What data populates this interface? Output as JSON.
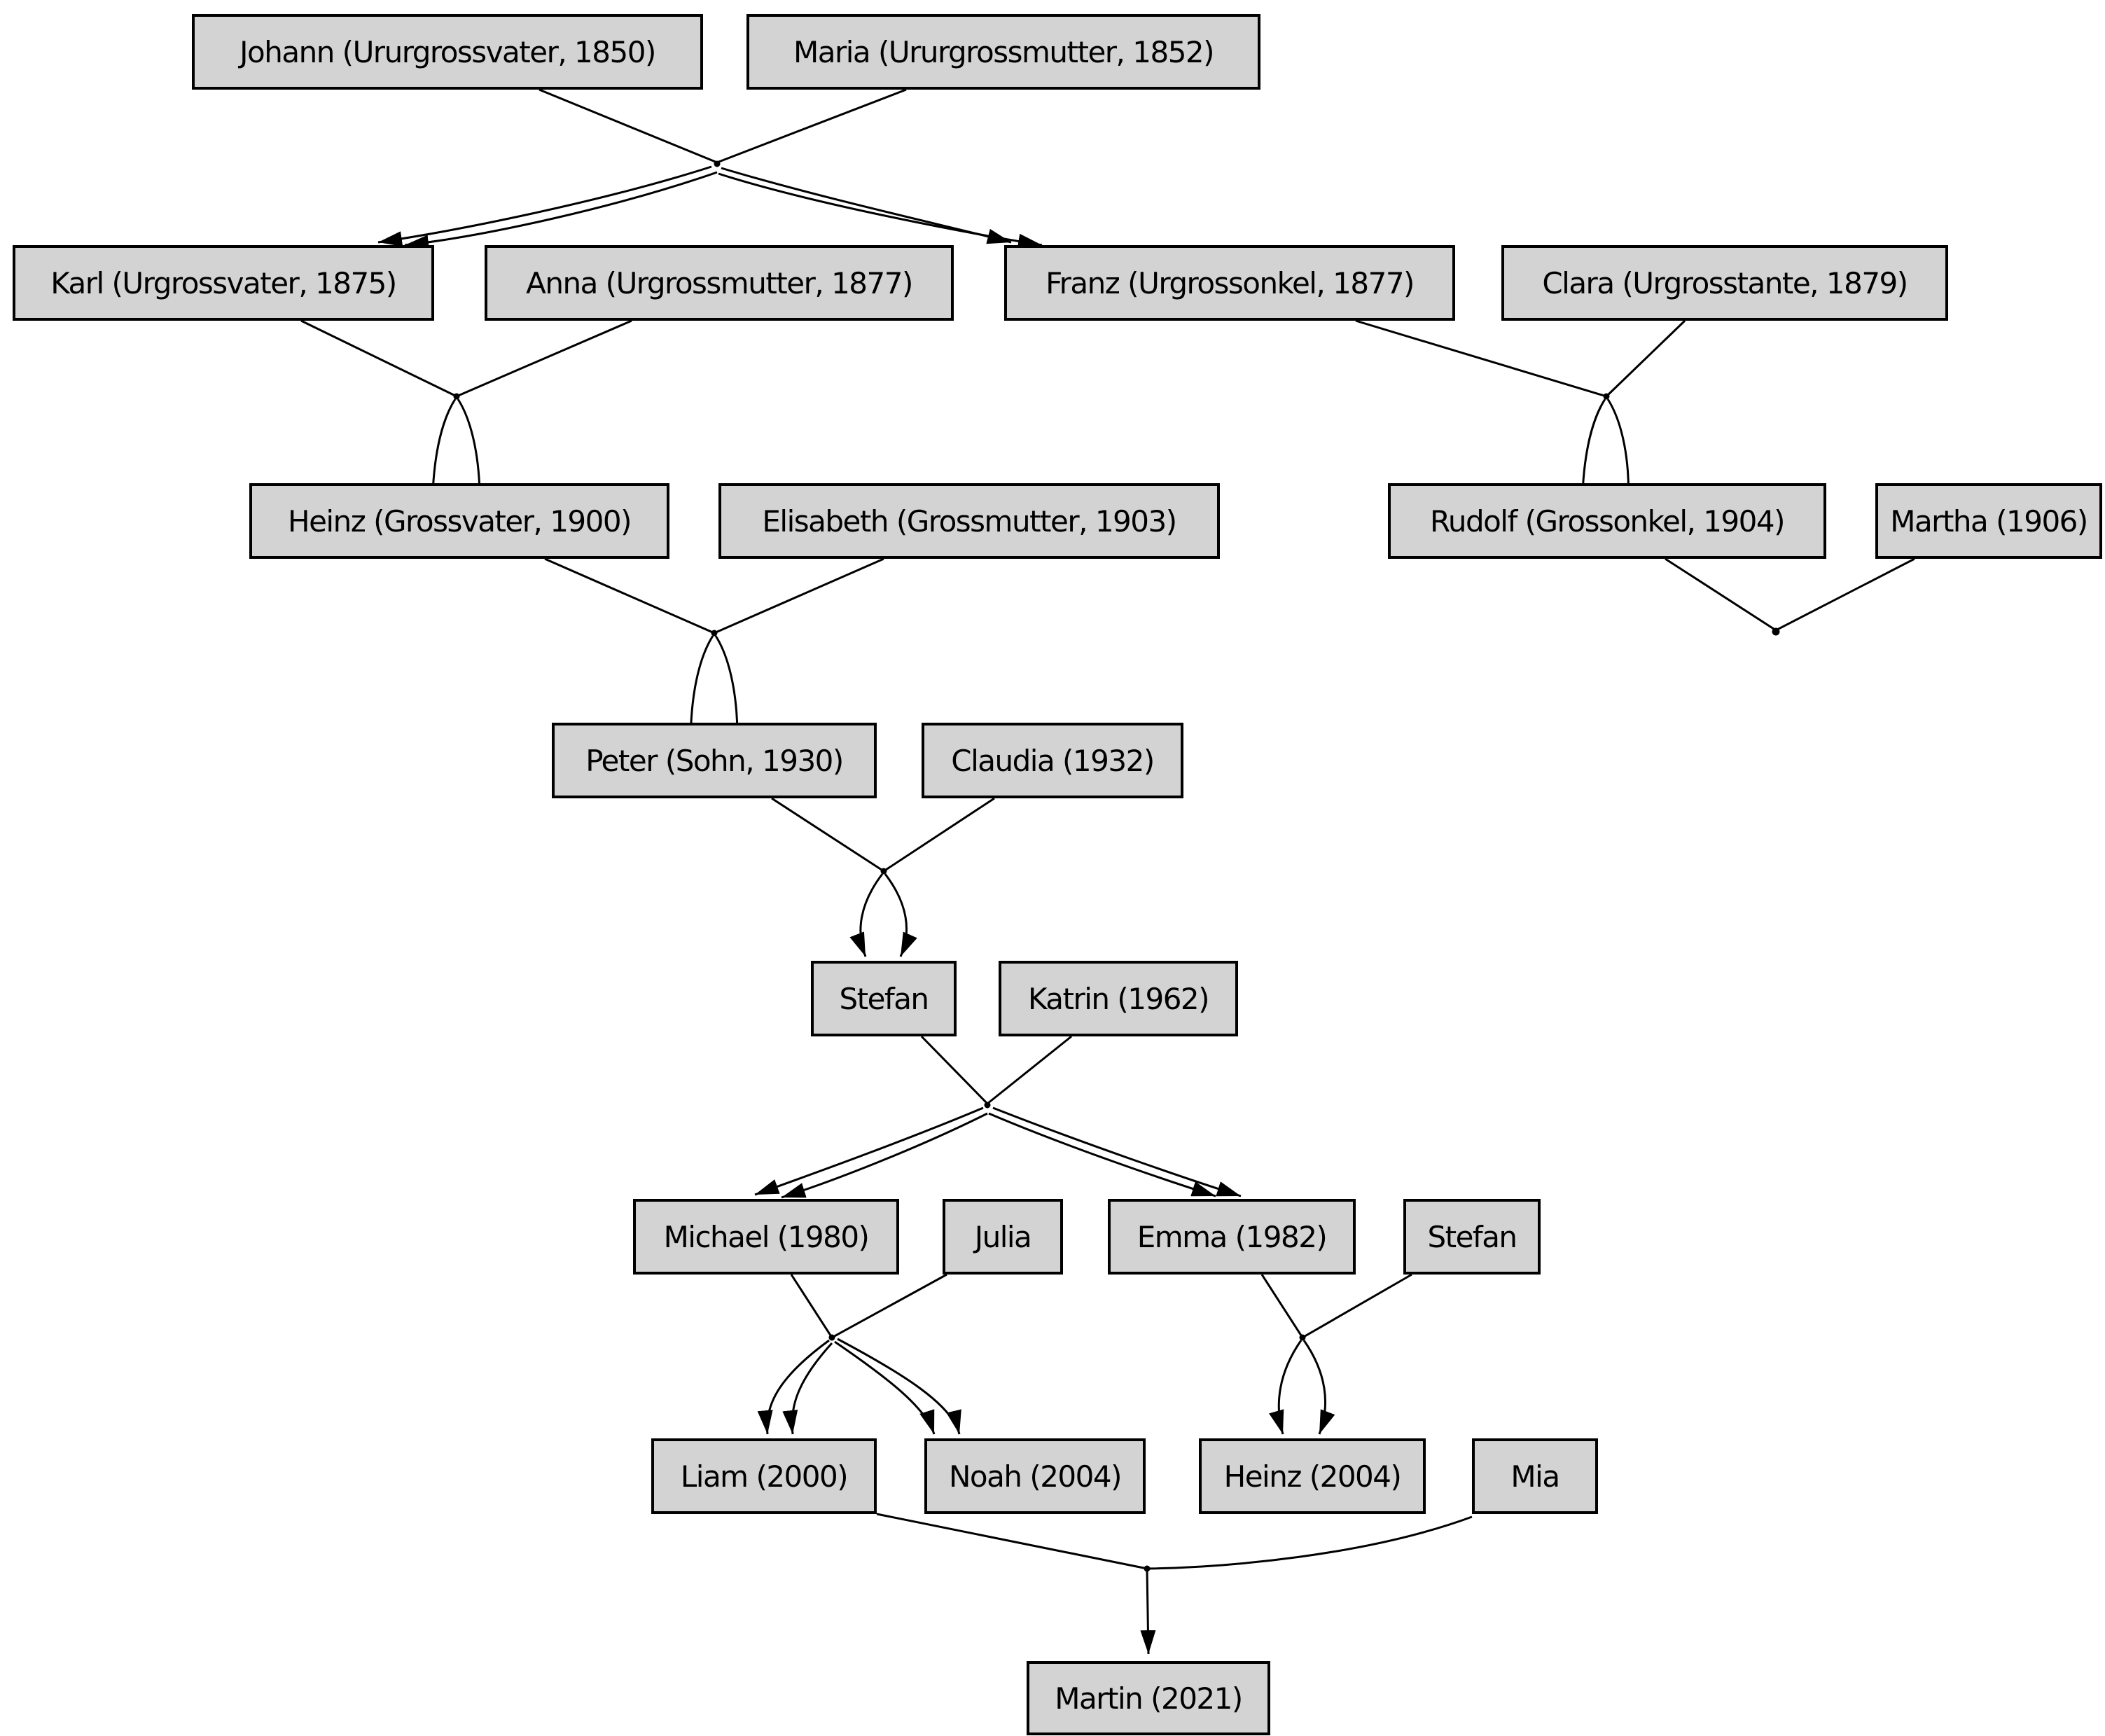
{
  "diagram": {
    "type": "family-tree",
    "background_color": "#ffffff",
    "node_fill_color": "#d3d3d3",
    "node_border_color": "#000000",
    "edge_color": "#000000"
  },
  "nodes": [
    {
      "id": "johann",
      "label": "Johann (Ururgrossvater, 1850)"
    },
    {
      "id": "maria",
      "label": "Maria (Ururgrossmutter, 1852)"
    },
    {
      "id": "karl",
      "label": "Karl (Urgrossvater, 1875)"
    },
    {
      "id": "anna",
      "label": "Anna (Urgrossmutter, 1877)"
    },
    {
      "id": "franz",
      "label": "Franz (Urgrossonkel, 1877)"
    },
    {
      "id": "clara",
      "label": "Clara (Urgrosstante, 1879)"
    },
    {
      "id": "heinz",
      "label": "Heinz (Grossvater, 1900)"
    },
    {
      "id": "elisabeth",
      "label": "Elisabeth (Grossmutter, 1903)"
    },
    {
      "id": "rudolf",
      "label": "Rudolf (Grossonkel, 1904)"
    },
    {
      "id": "martha",
      "label": "Martha (1906)"
    },
    {
      "id": "peter",
      "label": "Peter (Sohn, 1930)"
    },
    {
      "id": "claudia",
      "label": "Claudia (1932)"
    },
    {
      "id": "stefan1",
      "label": "Stefan"
    },
    {
      "id": "katrin",
      "label": "Katrin (1962)"
    },
    {
      "id": "michael",
      "label": "Michael (1980)"
    },
    {
      "id": "julia",
      "label": "Julia"
    },
    {
      "id": "emma",
      "label": "Emma (1982)"
    },
    {
      "id": "stefan2",
      "label": "Stefan"
    },
    {
      "id": "liam",
      "label": "Liam (2000)"
    },
    {
      "id": "noah",
      "label": "Noah (2004)"
    },
    {
      "id": "heinz2",
      "label": "Heinz (2004)"
    },
    {
      "id": "mia",
      "label": "Mia"
    },
    {
      "id": "martin",
      "label": "Martin (2021)"
    }
  ],
  "relationships": [
    {
      "parents": [
        "johann",
        "maria"
      ],
      "children": [
        "karl",
        "franz"
      ]
    },
    {
      "parents": [
        "karl",
        "anna"
      ],
      "children": [
        "heinz"
      ]
    },
    {
      "parents": [
        "franz",
        "clara"
      ],
      "children": [
        "rudolf"
      ]
    },
    {
      "parents": [
        "rudolf",
        "martha"
      ],
      "children": []
    },
    {
      "parents": [
        "heinz",
        "elisabeth"
      ],
      "children": [
        "peter"
      ]
    },
    {
      "parents": [
        "peter",
        "claudia"
      ],
      "children": [
        "stefan1"
      ]
    },
    {
      "parents": [
        "stefan1",
        "katrin"
      ],
      "children": [
        "michael",
        "emma"
      ]
    },
    {
      "parents": [
        "michael",
        "julia"
      ],
      "children": [
        "liam",
        "noah"
      ]
    },
    {
      "parents": [
        "emma",
        "stefan2"
      ],
      "children": [
        "heinz2"
      ]
    },
    {
      "parents": [
        "liam",
        "mia"
      ],
      "children": [
        "martin"
      ]
    }
  ]
}
